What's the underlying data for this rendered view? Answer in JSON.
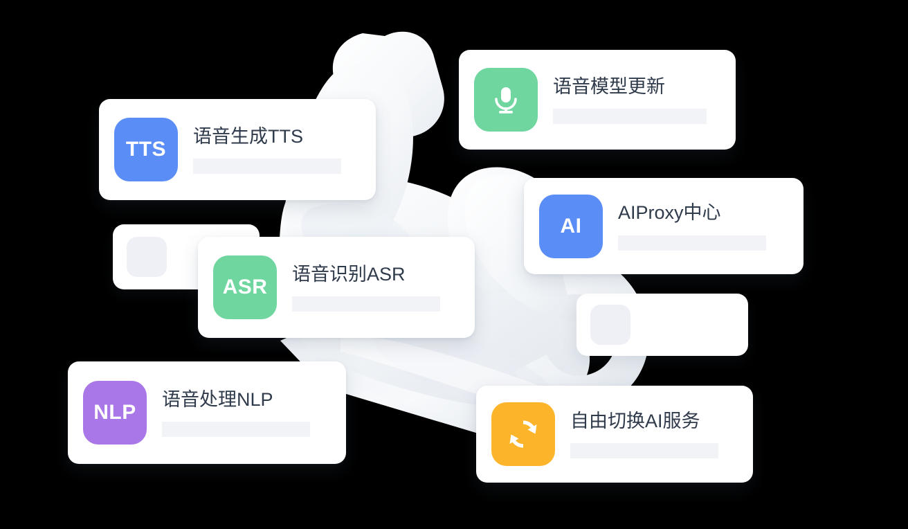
{
  "background": {
    "color": "#000000",
    "illustration": "hand-gesture-illustration",
    "illustration_color": "#f3f5f8"
  },
  "theme": {
    "card_background": "#ffffff",
    "title_color": "#2f3a4b",
    "placeholder_bar_color": "#f2f3f7",
    "ghost_icon_color": "#eef0f5"
  },
  "cards": [
    {
      "id": "tts",
      "title": "语音生成TTS",
      "icon_name": "tts-badge-icon",
      "icon_text": "TTS",
      "icon_color": "#5b8df6",
      "icon_type": "text"
    },
    {
      "id": "voice-model",
      "title": "语音模型更新",
      "icon_name": "microphone-icon",
      "icon_text": "",
      "icon_color": "#6fd6a0",
      "icon_type": "glyph"
    },
    {
      "id": "aiproxy",
      "title": "AIProxy中心",
      "icon_name": "ai-badge-icon",
      "icon_text": "AI",
      "icon_color": "#5b8df6",
      "icon_type": "text"
    },
    {
      "id": "asr",
      "title": "语音识别ASR",
      "icon_name": "asr-badge-icon",
      "icon_text": "ASR",
      "icon_color": "#6fd6a0",
      "icon_type": "text"
    },
    {
      "id": "nlp",
      "title": "语音处理NLP",
      "icon_name": "nlp-badge-icon",
      "icon_text": "NLP",
      "icon_color": "#a977e8",
      "icon_type": "text"
    },
    {
      "id": "switch",
      "title": "自由切换AI服务",
      "icon_name": "sync-refresh-icon",
      "icon_text": "",
      "icon_color": "#fcb52b",
      "icon_type": "glyph"
    }
  ],
  "ghost_cards": [
    {
      "id": "ghost-left",
      "icon_name": "placeholder-icon"
    },
    {
      "id": "ghost-right",
      "icon_name": "placeholder-icon"
    }
  ]
}
